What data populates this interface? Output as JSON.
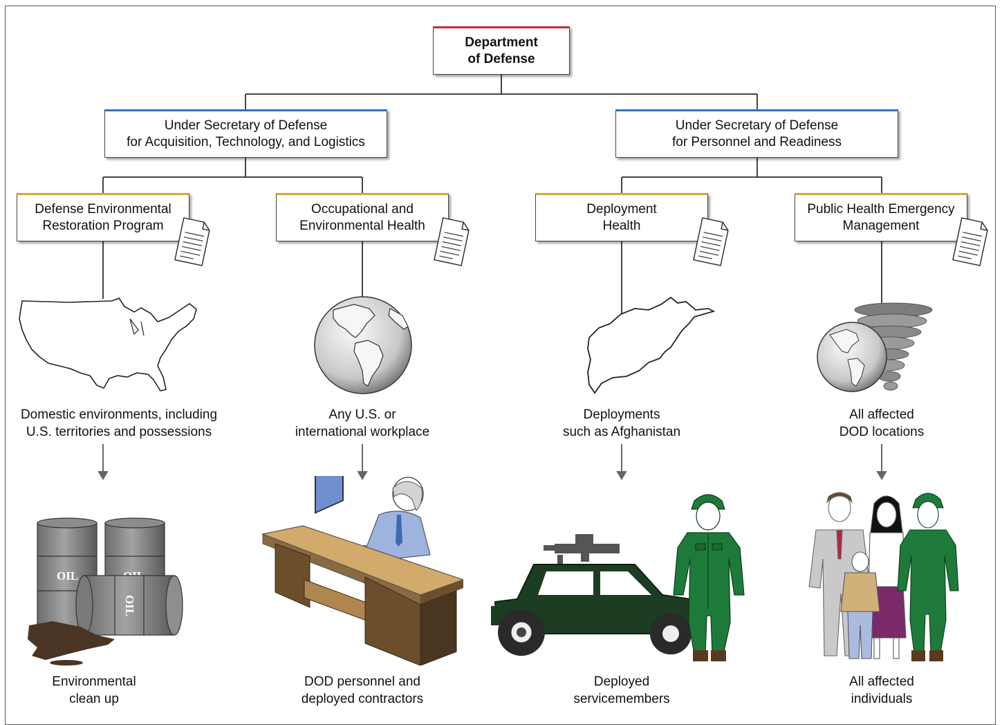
{
  "org": {
    "top": {
      "line1": "Department",
      "line2": "of Defense"
    },
    "usd_atl": {
      "line1": "Under Secretary of Defense",
      "line2": "for Acquisition, Technology, and Logistics"
    },
    "usd_pr": {
      "line1": "Under Secretary of Defense",
      "line2": "for Personnel and Readiness"
    },
    "programs": [
      {
        "line1": "Defense Environmental",
        "line2": "Restoration Program"
      },
      {
        "line1": "Occupational and",
        "line2": "Environmental Health"
      },
      {
        "line1": "Deployment",
        "line2": "Health"
      },
      {
        "line1": "Public Health Emergency",
        "line2": "Management"
      }
    ]
  },
  "scopes": [
    {
      "line1": "Domestic environments, including",
      "line2": "U.S. territories and possessions"
    },
    {
      "line1": "Any U.S. or",
      "line2": "international workplace"
    },
    {
      "line1": "Deployments",
      "line2": "such as Afghanistan"
    },
    {
      "line1": "All affected",
      "line2": "DOD locations"
    }
  ],
  "populations": [
    {
      "line1": "Environmental",
      "line2": "clean up"
    },
    {
      "line1": "DOD personnel and",
      "line2": "deployed contractors"
    },
    {
      "line1": "Deployed",
      "line2": "servicemembers"
    },
    {
      "line1": "All affected",
      "line2": "individuals"
    }
  ],
  "art_text": {
    "barrel": "OIL"
  },
  "icons": [
    "document-icon",
    "us-map-icon",
    "globe-icon",
    "afghanistan-map-icon",
    "tornado-globe-icon",
    "oil-barrels-icon",
    "office-worker-icon",
    "military-vehicle-icon",
    "soldier-icon",
    "family-icon"
  ],
  "colors": {
    "top_accent": "#c2303e",
    "usd_accent": "#2f73c7",
    "program_accent": "#d9a531",
    "army_green": "#1e7a3a",
    "vehicle_green": "#1d3d22",
    "connector": "#444444"
  }
}
